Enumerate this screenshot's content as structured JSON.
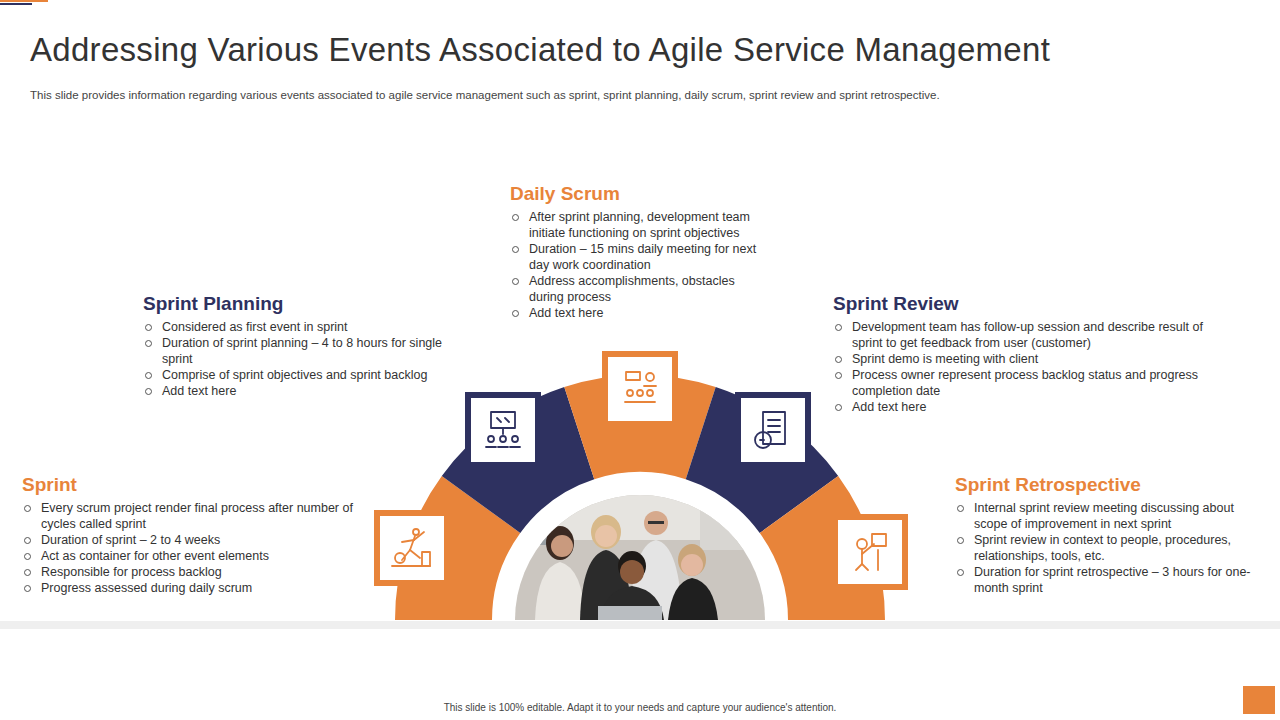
{
  "diagram": {
    "title": "Addressing Various Events Associated to Agile Service Management",
    "caption": "This slide provides information regarding various events associated to agile service management such as sprint, sprint planning, daily scrum, sprint review and sprint retrospective.",
    "nodes": [
      {
        "text": [
          "Sprint",
          "Every scrum project render final process after number of cycles called sprint",
          "Duration of sprint – 2 to 4 weeks",
          "Act as container for other event elements",
          "Responsible for process backlog",
          "Progress assessed during daily scrum"
        ]
      },
      {
        "text": [
          "Sprint Planning",
          "Considered as first event in sprint",
          "Duration of sprint planning – 4 to 8 hours for single sprint",
          "Comprise of sprint objectives and sprint backlog",
          "Add text here"
        ]
      },
      {
        "text": [
          "Daily Scrum",
          "After sprint planning, development team initiate functioning on sprint objectives",
          "Duration – 15 mins daily meeting for next day work coordination",
          "Address accomplishments, obstacles during process",
          "Add text here"
        ]
      },
      {
        "text": [
          "Sprint Review",
          "Development team has follow-up session and describe result of sprint to get feedback from user (customer)",
          "Sprint demo is meeting with client",
          "Process owner represent process backlog status and progress completion date",
          "Add text here"
        ]
      },
      {
        "text": [
          "Sprint Retrospective",
          "Internal sprint review meeting discussing about scope of improvement in next sprint",
          "Sprint review in context to people, procedures, relationships, tools, etc.",
          "Duration for sprint retrospective – 3 hours for one-month sprint"
        ]
      }
    ],
    "labels": [
      "This slide is 100% editable. Adapt it to your needs and capture your audience's attention."
    ]
  }
}
